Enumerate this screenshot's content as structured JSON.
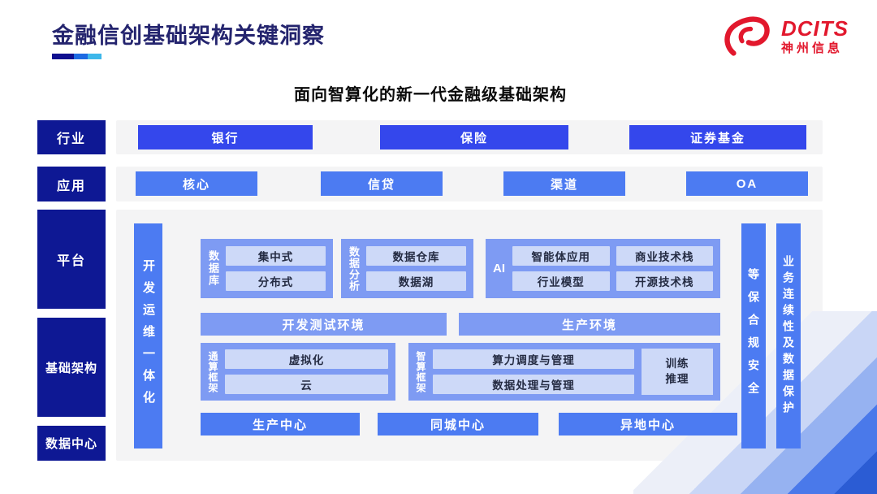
{
  "header": {
    "title": "金融信创基础架构关键洞察",
    "logo": {
      "brand": "DCITS",
      "brand_cn": "神州信息"
    }
  },
  "subtitle": "面向智算化的新一代金融级基础架构",
  "sidebar": {
    "industry": "行业",
    "application": "应用",
    "platform": "平台",
    "infrastructure": "基础架构",
    "datacenter": "数据中心"
  },
  "industry_row": [
    "银行",
    "保险",
    "证券基金"
  ],
  "application_row": [
    "核心",
    "信贷",
    "渠道",
    "OA"
  ],
  "platform_area": {
    "devops_bar": "开发运维一体化",
    "database": {
      "label": "数据库",
      "items": [
        "集中式",
        "分布式"
      ]
    },
    "analytics": {
      "label": "数据分析",
      "items": [
        "数据仓库",
        "数据湖"
      ]
    },
    "ai": {
      "label": "AI",
      "items": [
        "智能体应用",
        "商业技术栈",
        "行业模型",
        "开源技术栈"
      ]
    },
    "env_bars": [
      "开发测试环境",
      "生产环境"
    ],
    "general_compute": {
      "label": "通算框架",
      "items": [
        "虚拟化",
        "云"
      ]
    },
    "intelligent_compute": {
      "label": "智算框架",
      "items": [
        "算力调度与管理",
        "数据处理与管理"
      ],
      "side_box": [
        "训练",
        "推理"
      ]
    },
    "centers": [
      "生产中心",
      "同城中心",
      "异地中心"
    ],
    "security_bar": "等保合规安全",
    "continuity_bar": "业务连续性及数据保护"
  },
  "colors": {
    "navy": "#0e1894",
    "deep_blue": "#3447ec",
    "blue": "#4c7bf2",
    "light_blue": "#7e9bf3",
    "pale_blue": "#cdd9f8",
    "panel_gray": "#f4f4f5",
    "brand_red": "#e2182d",
    "title_navy": "#24246e",
    "underline": [
      "#0f0f8f",
      "#1d6ae2",
      "#3db7ea"
    ],
    "stripes": [
      "#eceff8",
      "#c9d6f6",
      "#96b2f1",
      "#4a79ea",
      "#2b5cd4"
    ]
  }
}
